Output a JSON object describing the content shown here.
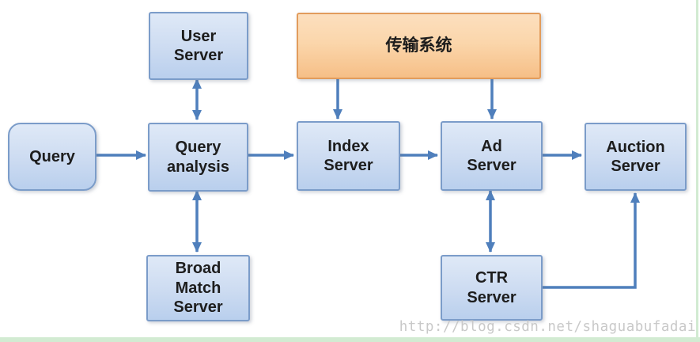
{
  "diagram": {
    "nodes": {
      "query": {
        "label": "Query"
      },
      "user_server": {
        "label": "User Server"
      },
      "transmission": {
        "label": "传输系统"
      },
      "query_analysis": {
        "label": "Query analysis"
      },
      "index_server": {
        "label": "Index Server"
      },
      "ad_server": {
        "label": "Ad Server"
      },
      "auction_server": {
        "label": "Auction Server"
      },
      "broad_match": {
        "label": "Broad Match Server"
      },
      "ctr_server": {
        "label": "CTR Server"
      }
    },
    "edges": [
      {
        "from": "query",
        "to": "query_analysis",
        "direction": "one-way"
      },
      {
        "from": "user_server",
        "to": "query_analysis",
        "direction": "two-way"
      },
      {
        "from": "query_analysis",
        "to": "broad_match",
        "direction": "two-way"
      },
      {
        "from": "query_analysis",
        "to": "index_server",
        "direction": "one-way"
      },
      {
        "from": "transmission",
        "to": "index_server",
        "direction": "one-way"
      },
      {
        "from": "transmission",
        "to": "ad_server",
        "direction": "one-way"
      },
      {
        "from": "index_server",
        "to": "ad_server",
        "direction": "one-way"
      },
      {
        "from": "ad_server",
        "to": "auction_server",
        "direction": "one-way"
      },
      {
        "from": "ad_server",
        "to": "ctr_server",
        "direction": "two-way"
      },
      {
        "from": "ctr_server",
        "to": "auction_server",
        "direction": "one-way"
      }
    ]
  },
  "watermark": {
    "text": "http://blog.csdn.net/shaguabufadai"
  },
  "colors": {
    "arrow": "#4f7fbc",
    "text": "#1d1d1d",
    "box_blue_top": "#dfe9f7",
    "box_blue_bottom": "#b9cfed",
    "box_blue_border": "#7b9cc9",
    "box_orange_top": "#fcdfbe",
    "box_orange_bottom": "#f6bf87",
    "box_orange_border": "#e29c5c",
    "watermark": "#c9c9c9",
    "green_accent": "#d2ebd2"
  }
}
